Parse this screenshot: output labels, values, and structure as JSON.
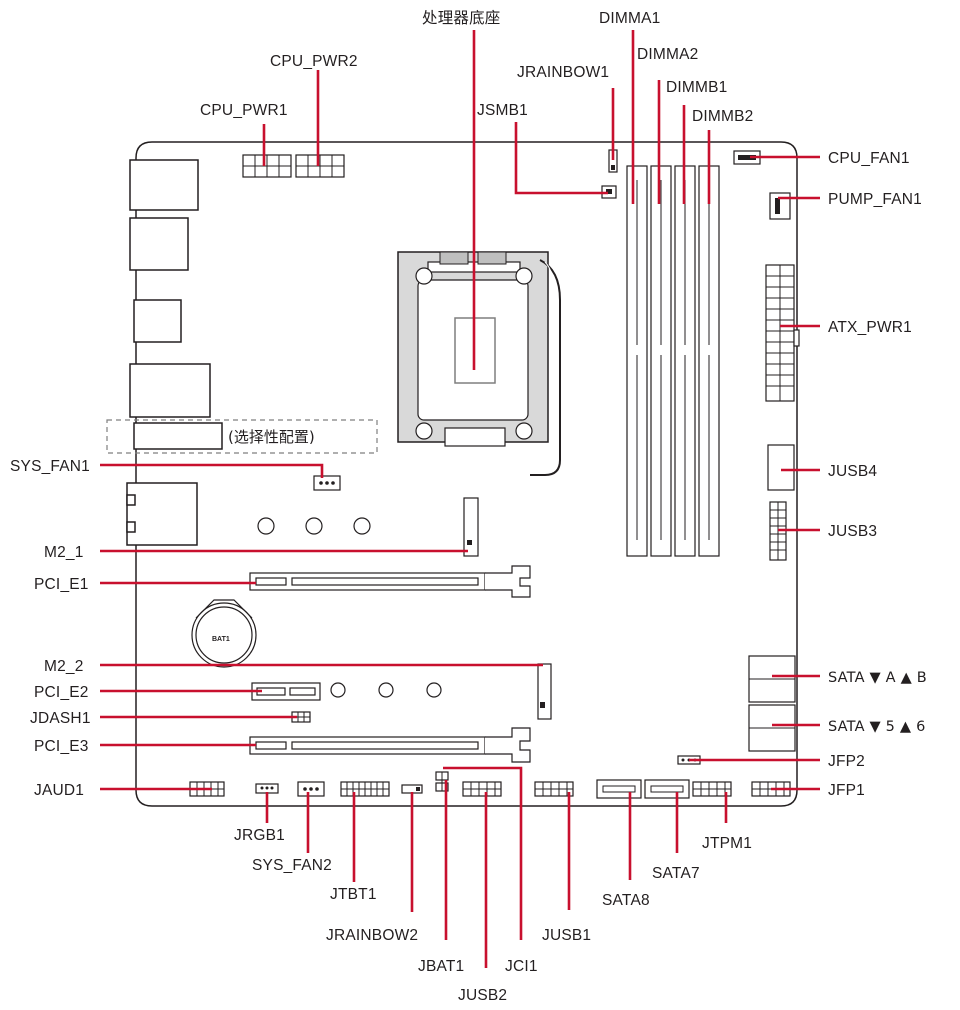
{
  "labels": {
    "cpu_socket": "处理器底座",
    "dimma1": "DIMMA1",
    "dimma2": "DIMMA2",
    "dimmb1": "DIMMB1",
    "dimmb2": "DIMMB2",
    "jrainbow1": "JRAINBOW1",
    "jsmb1": "JSMB1",
    "cpu_pwr2": "CPU_PWR2",
    "cpu_pwr1": "CPU_PWR1",
    "cpu_fan1": "CPU_FAN1",
    "pump_fan1": "PUMP_FAN1",
    "atx_pwr1": "ATX_PWR1",
    "jusb4": "JUSB4",
    "jusb3": "JUSB3",
    "sata_ab": "SATA ▼ A ▲ B",
    "sata_56": "SATA ▼ 5 ▲ 6",
    "jfp2": "JFP2",
    "jfp1": "JFP1",
    "sys_fan1": "SYS_FAN1",
    "m2_1": "M2_1",
    "pci_e1": "PCI_E1",
    "m2_2": "M2_2",
    "pci_e2": "PCI_E2",
    "jdash1": "JDASH1",
    "pci_e3": "PCI_E3",
    "jaud1": "JAUD1",
    "jrgb1": "JRGB1",
    "sys_fan2": "SYS_FAN2",
    "jtbt1": "JTBT1",
    "jrainbow2": "JRAINBOW2",
    "jbat1": "JBAT1",
    "jusb2": "JUSB2",
    "jci1": "JCI1",
    "jusb1": "JUSB1",
    "sata8": "SATA8",
    "sata7": "SATA7",
    "jtpm1": "JTPM1",
    "optional": "(选择性配置)",
    "bat1": "BAT1"
  },
  "colors": {
    "leader": "#c8102e",
    "outline": "#231f20",
    "background": "#ffffff",
    "shading": "#d9d9d9"
  }
}
